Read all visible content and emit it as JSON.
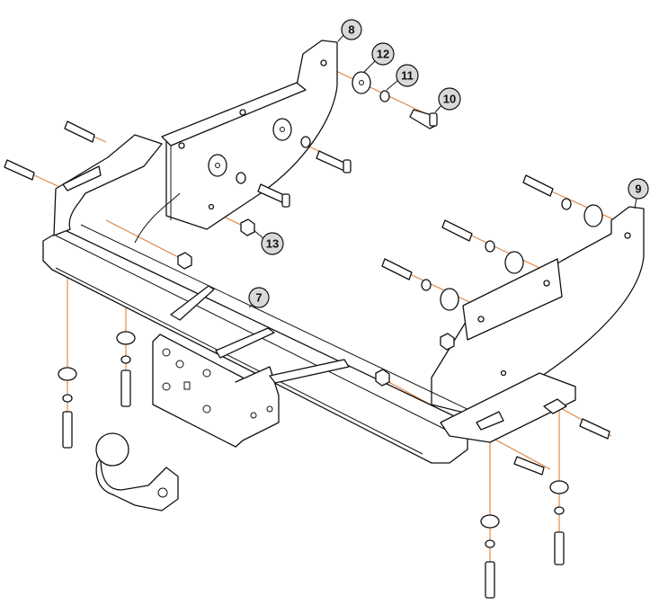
{
  "callouts": {
    "part_7": "7",
    "part_8": "8",
    "part_9": "9",
    "part_10": "10",
    "part_11": "11",
    "part_12": "12",
    "part_13": "13"
  },
  "colors": {
    "line": "#111111",
    "axis": "#e0813a",
    "callout_fill": "#d9d9d9",
    "background": "#ffffff"
  }
}
